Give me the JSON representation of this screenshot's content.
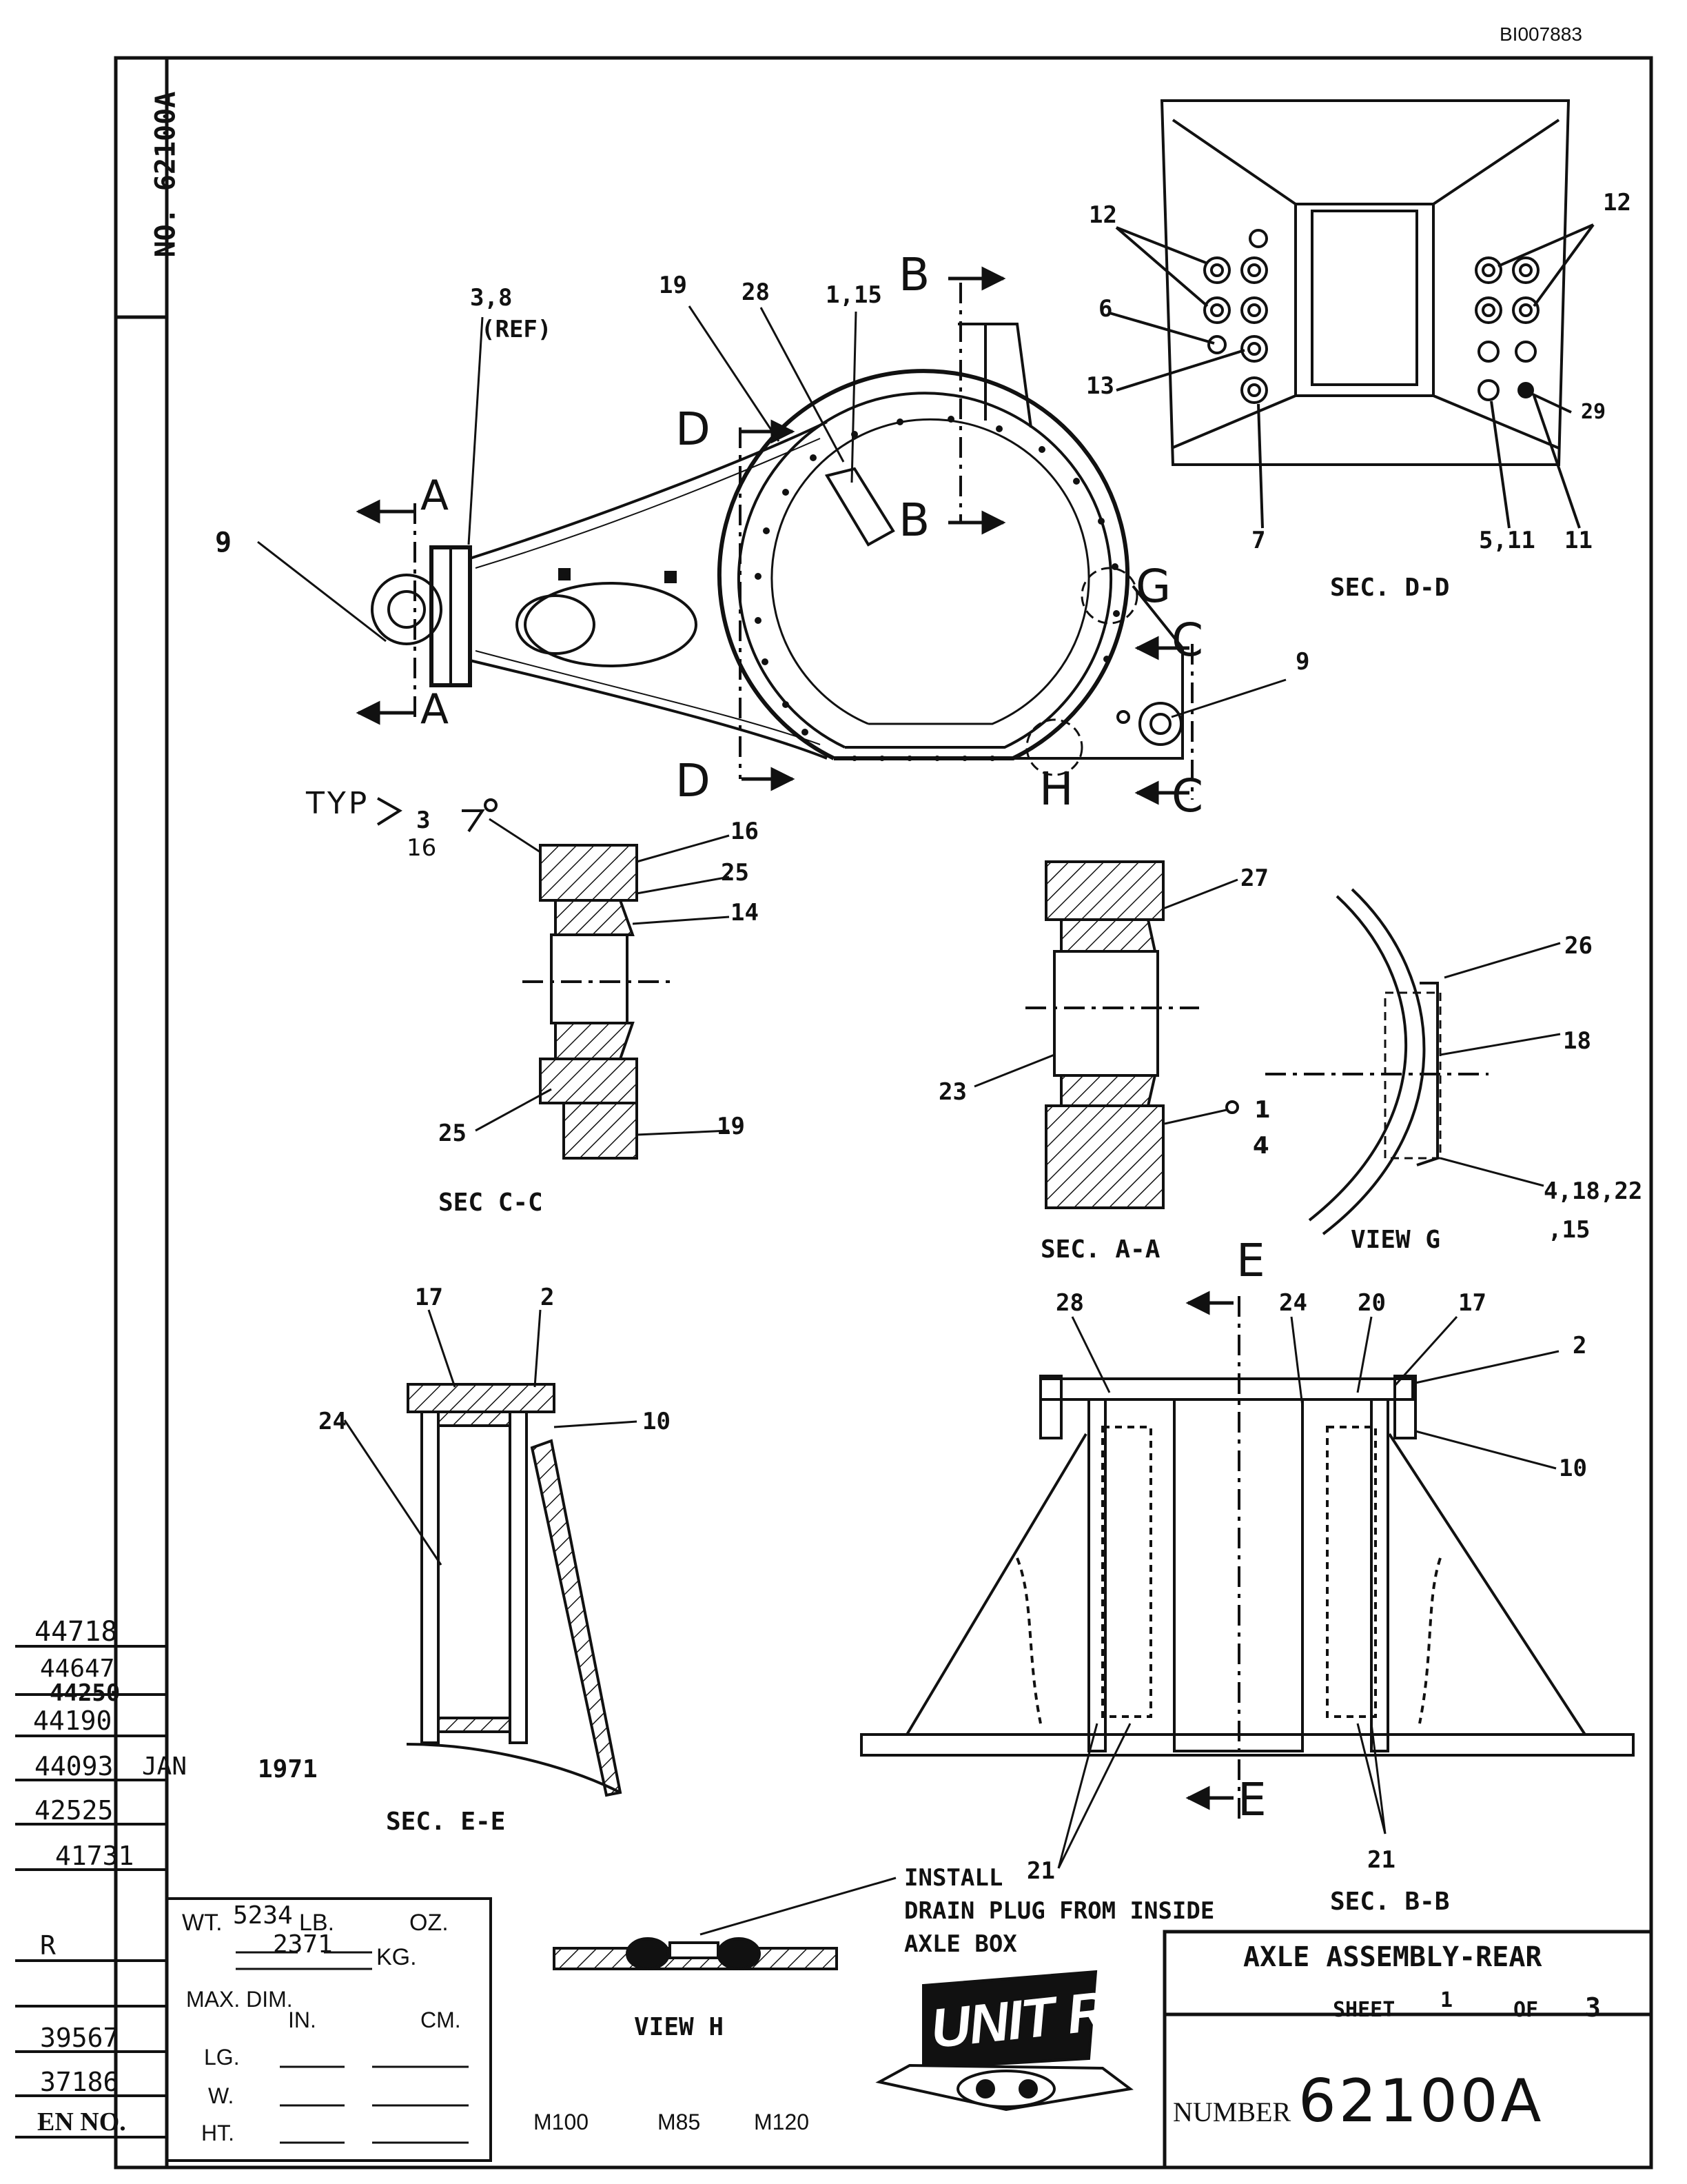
{
  "doc_id": "BI007883",
  "drawing_number_vertical": "NO. 62100A",
  "title_block": {
    "title": "AXLE ASSEMBLY-REAR",
    "sheet_label": "SHEET",
    "sheet_num": "1",
    "of_label": "OF",
    "sheet_total": "3",
    "number_label": "NUMBER",
    "number": "62100A",
    "logo_text": "UNIT RIG"
  },
  "weight_block": {
    "wt_label": "WT.",
    "wt_lb": "5234",
    "lb_label": "LB.",
    "oz_label": "OZ.",
    "wt_kg": "2371",
    "kg_label": "KG.",
    "maxdim_label": "MAX. DIM.",
    "in_label": "IN.",
    "cm_label": "CM.",
    "lg_label": "LG.",
    "w_label": "W.",
    "ht_label": "HT."
  },
  "models": [
    "M100",
    "M85",
    "M120"
  ],
  "en_numbers": [
    "44718",
    "44647",
    "44250",
    "44190",
    "44093",
    "42525",
    "41731",
    "R",
    "39567",
    "37186"
  ],
  "en_label": "EN NO.",
  "date": {
    "month": "JAN",
    "year": "1971"
  },
  "note": [
    "INSTALL",
    "DRAIN PLUG FROM INSIDE",
    "AXLE BOX"
  ],
  "sections": {
    "dd": "SEC. D-D",
    "cc": "SEC C-C",
    "aa": "SEC. A-A",
    "g": "VIEW G",
    "ee": "SEC. E-E",
    "bb": "SEC. B-B",
    "h": "VIEW H"
  },
  "callouts": {
    "c3_8": "3,8",
    "ref": "(REF)",
    "c19": "19",
    "c28": "28",
    "c1_15": "1,15",
    "c9a": "9",
    "c9b": "9",
    "c12a": "12",
    "c12b": "12",
    "c6": "6",
    "c13": "13",
    "c7": "7",
    "c5_11": "5,11",
    "c11": "11",
    "c29": "29",
    "typ": "TYP",
    "w3": "3",
    "w16": "16",
    "c16": "16",
    "c25a": "25",
    "c14": "14",
    "c25b": "25",
    "c19b": "19",
    "c27": "27",
    "c23": "23",
    "w1": "1",
    "w4": "4",
    "c26": "26",
    "c18": "18",
    "c4_18_22": "4,18,22",
    "c15": ",15",
    "c17a": "17",
    "c2a": "2",
    "c24a": "24",
    "c10a": "10",
    "c28b": "28",
    "c24b": "24",
    "c20": "20",
    "c17b": "17",
    "c2b": "2",
    "c10b": "10",
    "c21a": "21",
    "c21b": "21",
    "mA": "A",
    "mA2": "A",
    "mB": "B",
    "mB2": "B",
    "mD": "D",
    "mD2": "D",
    "mC": "C",
    "mC2": "C",
    "mG": "G",
    "mH": "H",
    "mE": "E",
    "mE2": "E"
  }
}
